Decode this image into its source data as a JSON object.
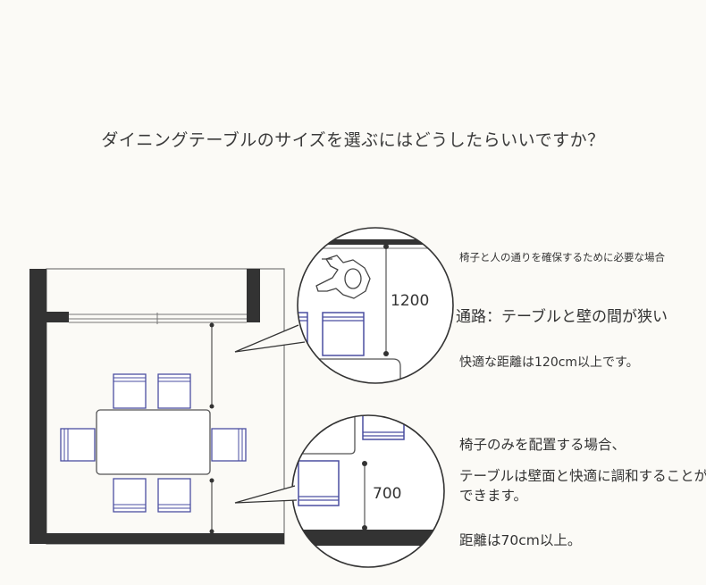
{
  "title": "ダイニングテーブルのサイズを選ぶにはどうしたらいいですか？",
  "top_callout": {
    "dimension": "1200",
    "note": "椅子と人の通りを確保するために必要な場合",
    "heading": "通路：テーブルと壁の間が狭い",
    "detail": "快適な距離は120cm以上です。"
  },
  "bottom_callout": {
    "dimension": "700",
    "heading": "椅子のみを配置する場合、",
    "detail": "テーブルは壁面と快適に調和することができます。",
    "distance": "距離は70cm以上。"
  },
  "colors": {
    "wall": "#333333",
    "chair": "#4a4ea0",
    "line": "#555555",
    "background": "#fbfaf6"
  }
}
